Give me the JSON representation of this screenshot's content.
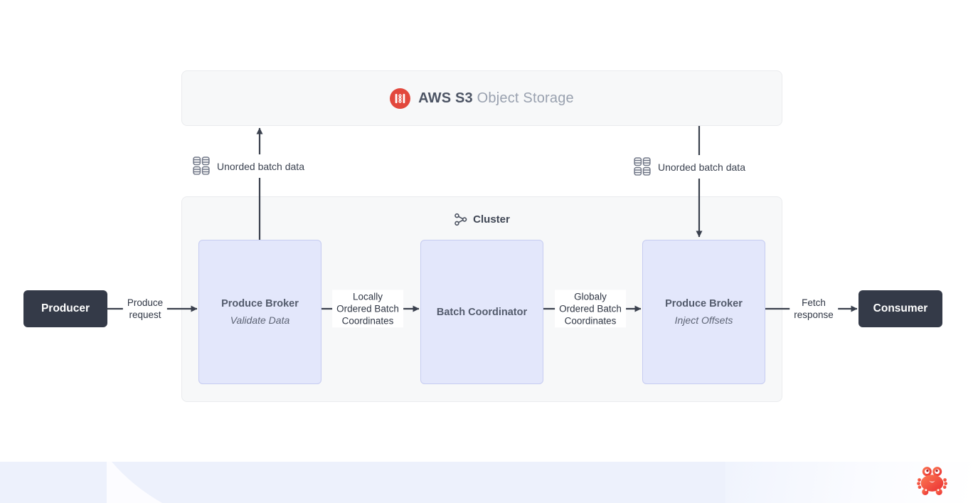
{
  "colors": {
    "accent_red": "#e2483d",
    "panel_bg": "#f7f8f9",
    "panel_border": "#eaebee",
    "node_fill": "#e3e7fb",
    "node_border": "#c6ccf1",
    "dark_node": "#343a48",
    "arrow": "#3a404d",
    "footer_band": "#edf1fc"
  },
  "storage_panel": {
    "icon": "s3-bucket-icon",
    "title_primary": "AWS S3",
    "title_secondary": "Object Storage"
  },
  "cluster_panel": {
    "icon": "cluster-hub-icon",
    "label": "Cluster"
  },
  "nodes": {
    "producer": {
      "label": "Producer"
    },
    "consumer": {
      "label": "Consumer"
    },
    "broker_validate": {
      "title": "Produce Broker",
      "subtitle": "Validate Data"
    },
    "batch_coordinator": {
      "title": "Batch Coordinator"
    },
    "broker_inject": {
      "title": "Produce Broker",
      "subtitle": "Inject Offsets"
    }
  },
  "edge_labels": {
    "produce_request": {
      "lines": [
        "Produce",
        "request"
      ]
    },
    "locally_ordered": {
      "lines": [
        "Locally",
        "Ordered Batch",
        "Coordinates"
      ]
    },
    "globally_ordered": {
      "lines": [
        "Globaly",
        "Ordered Batch",
        "Coordinates"
      ]
    },
    "fetch_response": {
      "lines": [
        "Fetch",
        "response"
      ]
    },
    "unordered_left": {
      "icon": "database-grid-icon",
      "text": "Unorded batch data"
    },
    "unordered_right": {
      "icon": "database-grid-icon",
      "text": "Unorded batch data"
    }
  },
  "footer": {
    "mascot": "crab-icon"
  }
}
